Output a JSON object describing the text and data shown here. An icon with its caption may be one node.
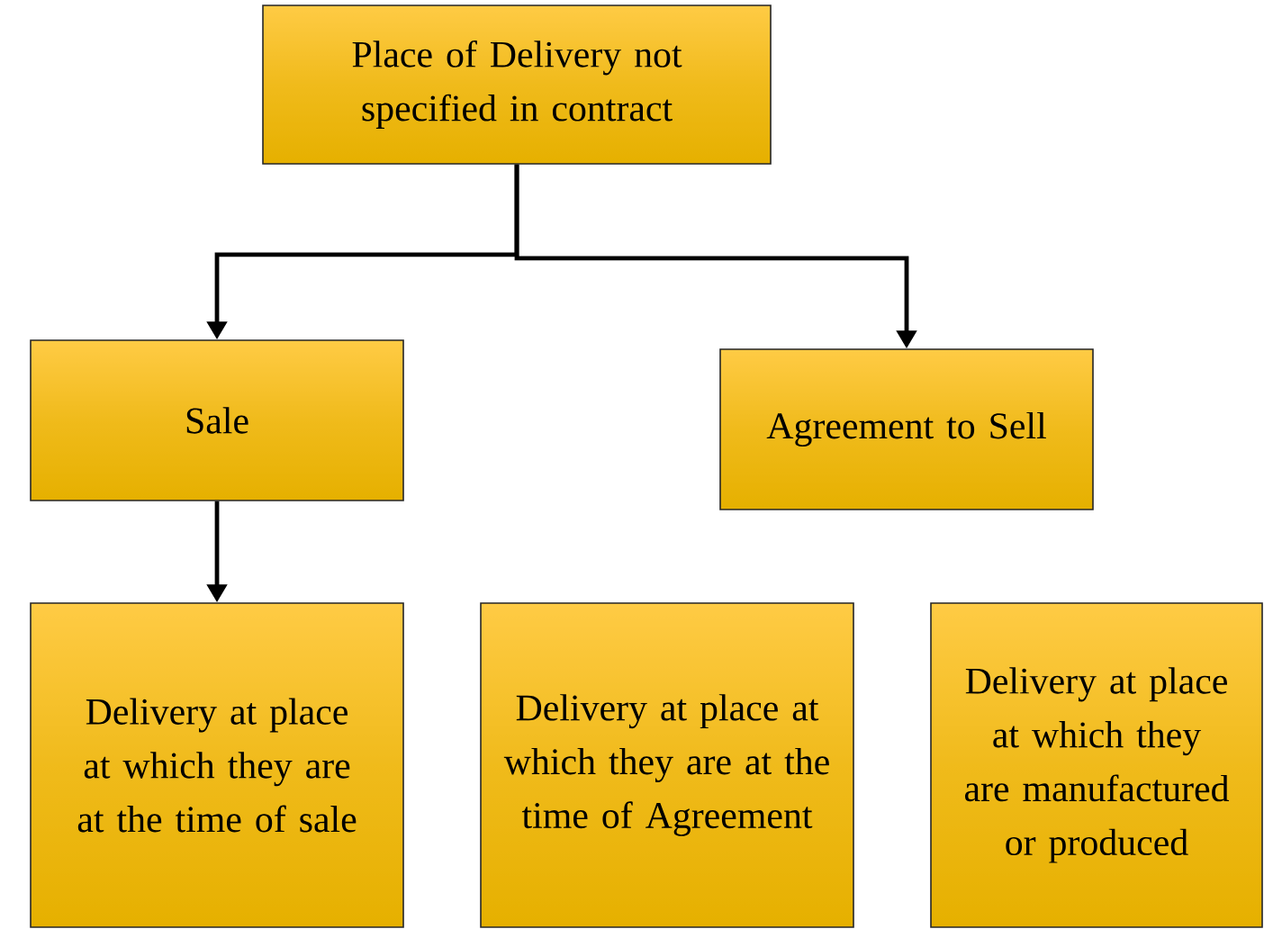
{
  "diagram": {
    "nodes": [
      {
        "text": [
          "Place of Delivery not specified in contract"
        ]
      },
      {
        "text": [
          "Sale"
        ]
      },
      {
        "text": [
          "Agreement to Sell"
        ]
      },
      {
        "text": [
          "Delivery at place at which they are at the time of sale"
        ]
      },
      {
        "text": [
          "Delivery at place at which they are at the time of Agreement"
        ]
      },
      {
        "text": [
          "Delivery at place at which they are manufactured or produced"
        ]
      }
    ],
    "edges": [
      {
        "from": 0,
        "to": 1,
        "arrow": "to"
      },
      {
        "from": 0,
        "to": 2,
        "arrow": "to"
      },
      {
        "from": 1,
        "to": 3,
        "arrow": "to"
      }
    ]
  }
}
